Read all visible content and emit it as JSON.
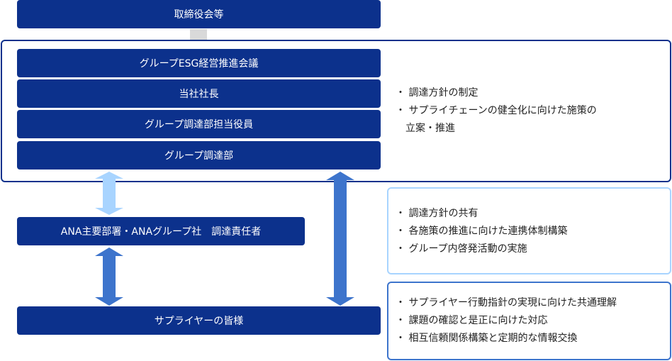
{
  "board": "取締役会等",
  "committee": [
    "グループESG経営推進会議",
    "当社社長",
    "グループ調達部担当役員",
    "グループ調達部"
  ],
  "committee_notes": [
    "・ 調達方針の制定",
    "・ サプライチェーンの健全化に向けた施策の",
    "　立案・推進"
  ],
  "managers": "ANA主要部署・ANAグループ社　調達責任者",
  "manager_notes": [
    "・ 調達方針の共有",
    "・ 各施策の推進に向けた連携体制構築",
    "・ グループ内啓発活動の実施"
  ],
  "suppliers": "サプライヤーの皆様",
  "supplier_notes": [
    "・ サプライヤー行動指針の実現に向けた共通理解",
    "・ 課題の確認と是正に向けた対応",
    "・ 相互信頼関係構築と定期的な情報交換"
  ],
  "colors": {
    "navy": "#0c318c",
    "light_blue": "#a8d4ff",
    "mid_blue": "#3d74cc",
    "connector": "#d9d9d9"
  }
}
